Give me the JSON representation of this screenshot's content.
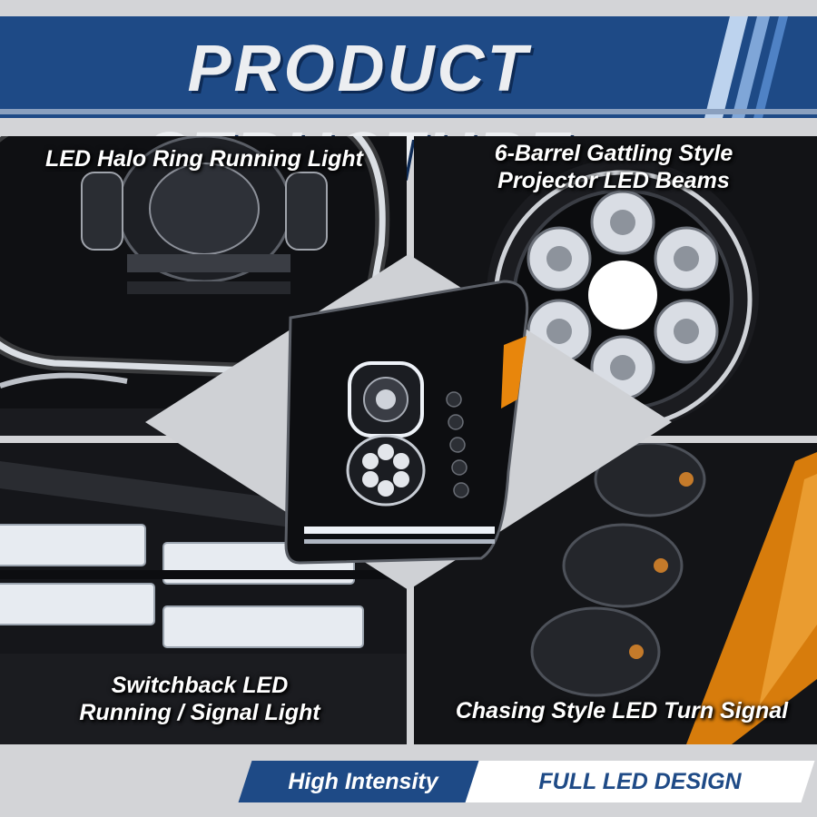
{
  "header": {
    "title": "PRODUCT STRUCTURE"
  },
  "features": {
    "top_left": "LED Halo Ring Running Light",
    "top_right_line1": "6-Barrel Gattling Style",
    "top_right_line2": "Projector LED Beams",
    "bottom_left_line1": "Switchback LED",
    "bottom_left_line2": "Running / Signal Light",
    "bottom_right": "Chasing Style LED Turn Signal"
  },
  "banner": {
    "left_label": "High Intensity",
    "right_label": "FULL LED DESIGN"
  },
  "colors": {
    "brand_blue": "#1e4a86",
    "amber": "#e8860c",
    "background": "#d3d4d7"
  }
}
